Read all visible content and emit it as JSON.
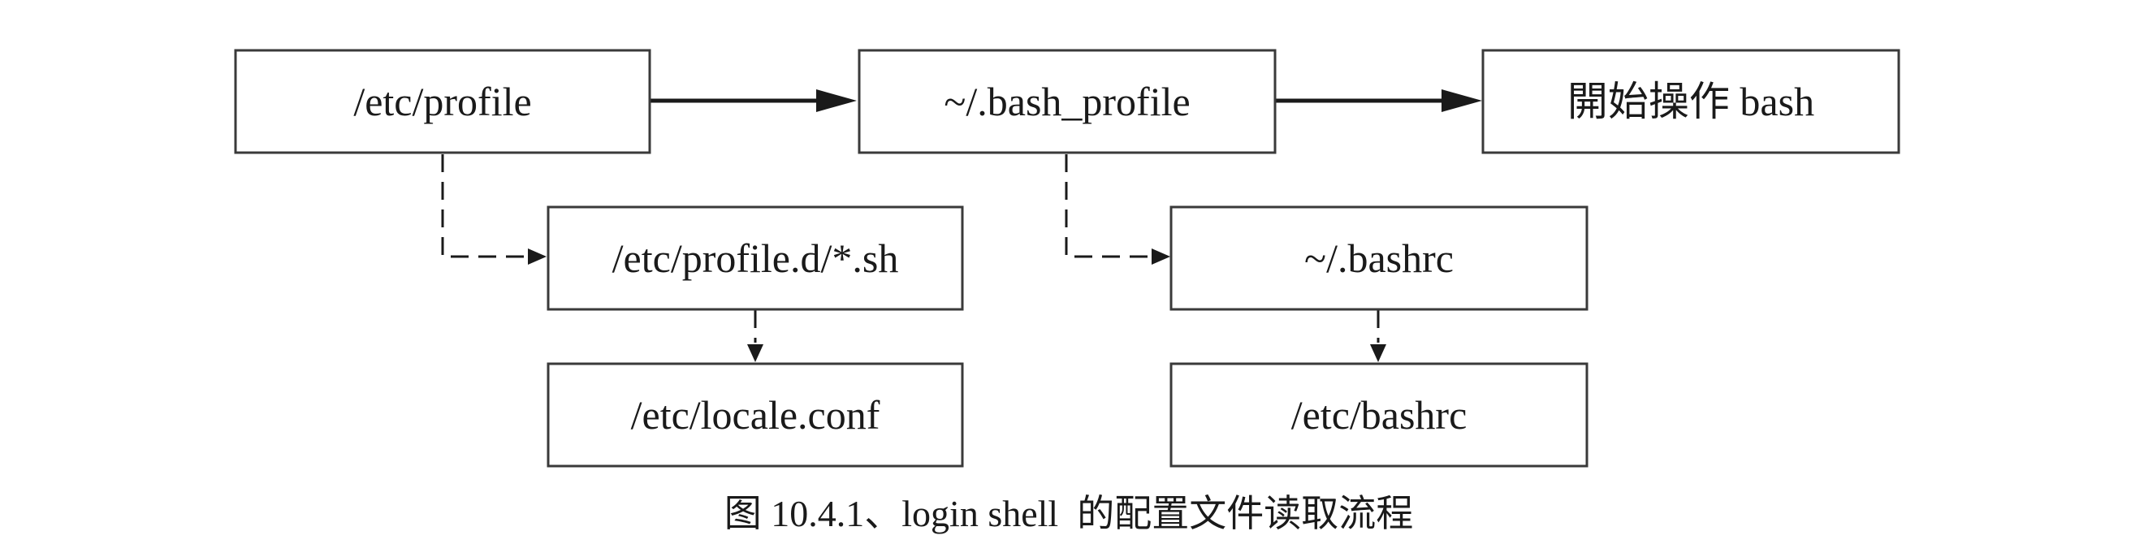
{
  "nodes": {
    "etc_profile": "/etc/profile",
    "bash_profile": "~/.bash_profile",
    "start_bash": "開始操作 bash",
    "profile_d": "/etc/profile.d/*.sh",
    "bashrc_home": "~/.bashrc",
    "locale_conf": "/etc/locale.conf",
    "etc_bashrc": "/etc/bashrc"
  },
  "edges": [
    {
      "from": "etc_profile",
      "to": "bash_profile",
      "style": "solid"
    },
    {
      "from": "bash_profile",
      "to": "start_bash",
      "style": "solid"
    },
    {
      "from": "etc_profile",
      "to": "profile_d",
      "style": "dashed"
    },
    {
      "from": "bash_profile",
      "to": "bashrc_home",
      "style": "dashed"
    },
    {
      "from": "profile_d",
      "to": "locale_conf",
      "style": "dashed"
    },
    {
      "from": "bashrc_home",
      "to": "etc_bashrc",
      "style": "dashed"
    }
  ],
  "caption": "图 10.4.1、login shell  的配置文件读取流程"
}
